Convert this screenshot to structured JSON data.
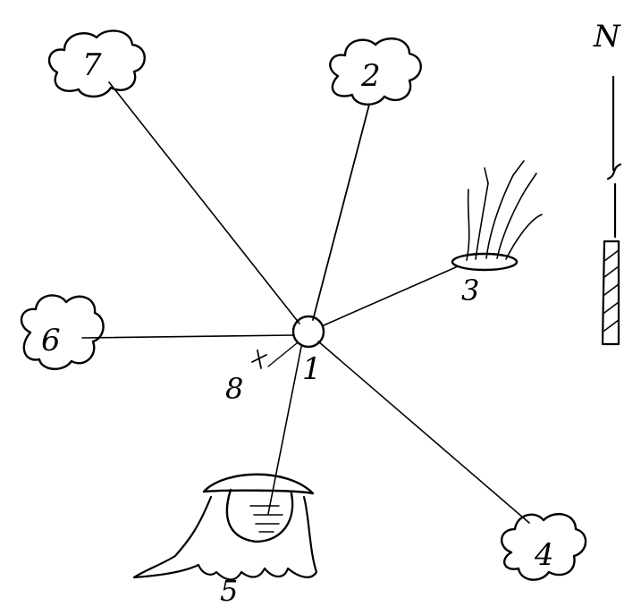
{
  "diagram": {
    "center": {
      "label": "1"
    },
    "nodes": [
      {
        "label": "7",
        "kind": "tree-crown"
      },
      {
        "label": "2",
        "kind": "tree-crown"
      },
      {
        "label": "3",
        "kind": "shrub"
      },
      {
        "label": "4",
        "kind": "tree-crown"
      },
      {
        "label": "5",
        "kind": "stump"
      },
      {
        "label": "6",
        "kind": "tree-crown"
      }
    ],
    "point": {
      "label": "8",
      "marker": "cross"
    },
    "compass": {
      "label": "N",
      "icon": "north-arrow-icon"
    },
    "colors": {
      "ink": "#000000",
      "paper": "#ffffff"
    }
  }
}
